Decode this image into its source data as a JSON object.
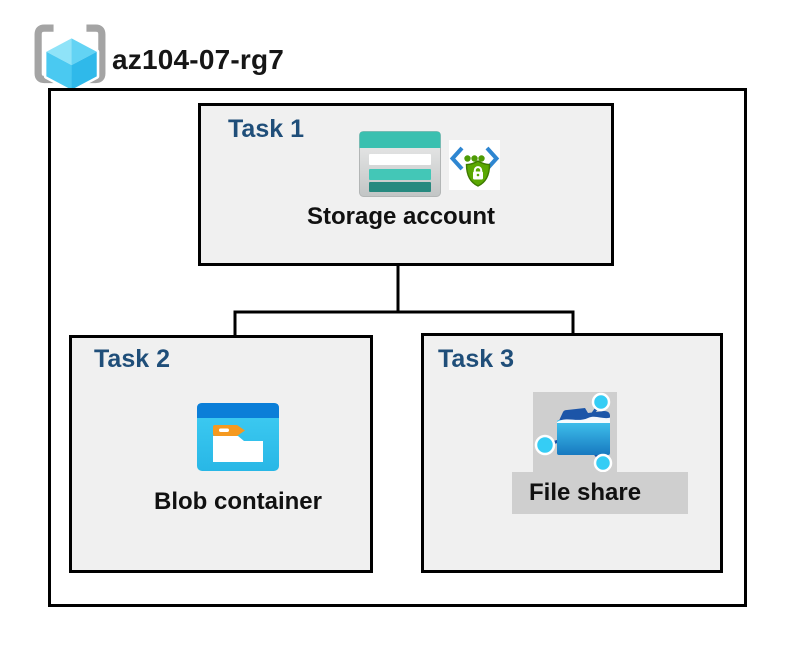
{
  "resource_group": {
    "name": "az104-07-rg7",
    "icon": "resource-group-icon"
  },
  "tasks": [
    {
      "label": "Task 1",
      "item": "Storage account",
      "icons": [
        "storage-account-icon",
        "secure-endpoint-icon"
      ]
    },
    {
      "label": "Task 2",
      "item": "Blob container",
      "icons": [
        "blob-container-icon"
      ]
    },
    {
      "label": "Task 3",
      "item": "File share",
      "icons": [
        "file-share-icon"
      ]
    }
  ],
  "connections": [
    {
      "from": "Storage account",
      "to": "Blob container"
    },
    {
      "from": "Storage account",
      "to": "File share"
    }
  ],
  "colors": {
    "task_label": "#1f4e79",
    "box_fill": "#f0f0f0",
    "box_border": "#000000",
    "item_label": "#111111",
    "file_share_backdrop": "#cfcfcf",
    "storage_teal": "#3ac0b0",
    "storage_teal_dark": "#26897f",
    "blob_header_blue": "#0b7ed8",
    "blob_body_cyan": "#35c8f0",
    "folder_tab_orange": "#f5991f",
    "file_share_navy": "#1c55a8",
    "shield_green": "#5aa802",
    "bracket_gray": "#a4a4a4",
    "cube_cyan": "#4ac9f1"
  }
}
